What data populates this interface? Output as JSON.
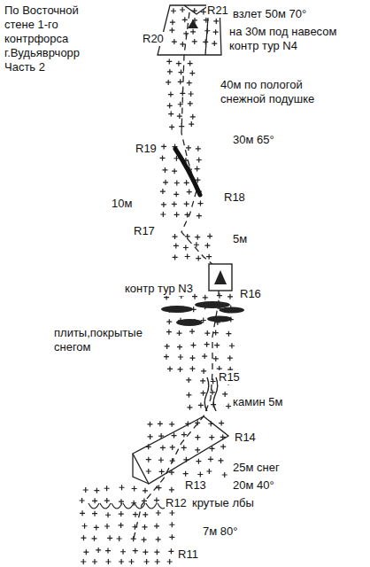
{
  "diagram": {
    "title": "По Восточной стене 1-го контрфорса г.Вудьяврчорр Часть 2",
    "labels": [
      "R21",
      "взлет 50м 70°",
      "на 30м под навесом контр тур N4",
      "R20",
      "40м по пологой снежной подушке",
      "R19",
      "30м 65°",
      "10м",
      "R18",
      "R17",
      "5м",
      "контр тур N3",
      "R16",
      "плиты,покрытые снегом",
      "R15",
      "камин 5м",
      "R14",
      "25м снег",
      "R13",
      "20м 40°",
      "R12",
      "крутые лбы",
      "7м 80°",
      "R11"
    ]
  }
}
